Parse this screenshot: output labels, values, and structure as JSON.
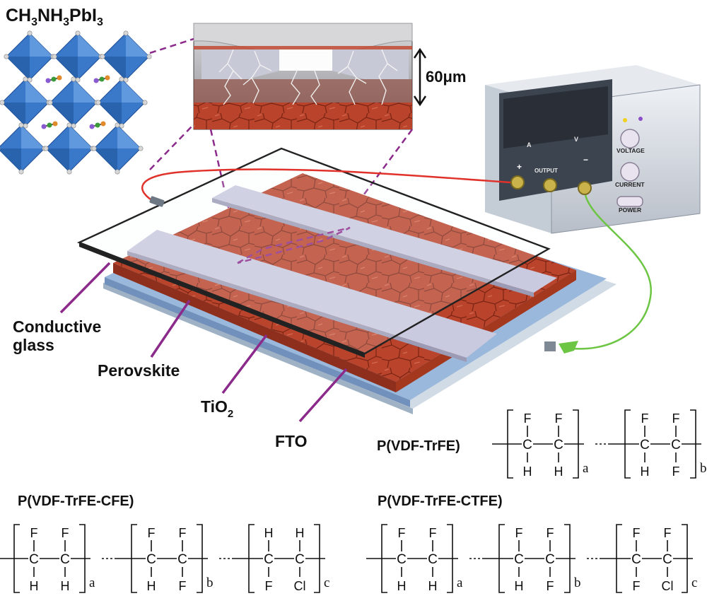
{
  "formula": {
    "base": "CH",
    "sub1": "3",
    "mid": "NH",
    "sub2": "3",
    "tail": "PbI",
    "sub3": "3"
  },
  "scale_label": "60μm",
  "layers": {
    "glass": "Conductive",
    "glass_line2": "glass",
    "perovskite": "Perovskite",
    "tio2_base": "TiO",
    "tio2_sub": "2",
    "fto": "FTO"
  },
  "power_supply": {
    "meter_a": "A",
    "meter_v": "V",
    "output": "OUTPUT",
    "plus": "+",
    "minus": "−",
    "voltage": "VOLTAGE",
    "current": "CURRENT",
    "power": "POWER"
  },
  "polymers": {
    "p1": {
      "name": "P(VDF-TrFE)",
      "units": [
        {
          "top": [
            "F",
            "F"
          ],
          "bottom": [
            "H",
            "H"
          ],
          "sub": "a"
        },
        {
          "top": [
            "F",
            "F"
          ],
          "bottom": [
            "H",
            "F"
          ],
          "sub": "b"
        }
      ]
    },
    "p2": {
      "name": "P(VDF-TrFE-CFE)",
      "units": [
        {
          "top": [
            "F",
            "F"
          ],
          "bottom": [
            "H",
            "H"
          ],
          "sub": "a"
        },
        {
          "top": [
            "F",
            "F"
          ],
          "bottom": [
            "H",
            "F"
          ],
          "sub": "b"
        },
        {
          "top": [
            "H",
            "H"
          ],
          "bottom": [
            "F",
            "Cl"
          ],
          "sub": "c"
        }
      ]
    },
    "p3": {
      "name": "P(VDF-TrFE-CTFE)",
      "units": [
        {
          "top": [
            "F",
            "F"
          ],
          "bottom": [
            "H",
            "H"
          ],
          "sub": "a"
        },
        {
          "top": [
            "F",
            "F"
          ],
          "bottom": [
            "H",
            "F"
          ],
          "sub": "b"
        },
        {
          "top": [
            "F",
            "F"
          ],
          "bottom": [
            "F",
            "Cl"
          ],
          "sub": "c"
        }
      ]
    },
    "carbon": "C"
  },
  "colors": {
    "perovskite": "#b9432b",
    "octahedra": "#3a78c9",
    "tio2": "#9ab8dc",
    "electrode": "#c9c9df",
    "lead_red": "#e0322a",
    "lead_green": "#6cc644",
    "callout": "#8b2a8b"
  }
}
